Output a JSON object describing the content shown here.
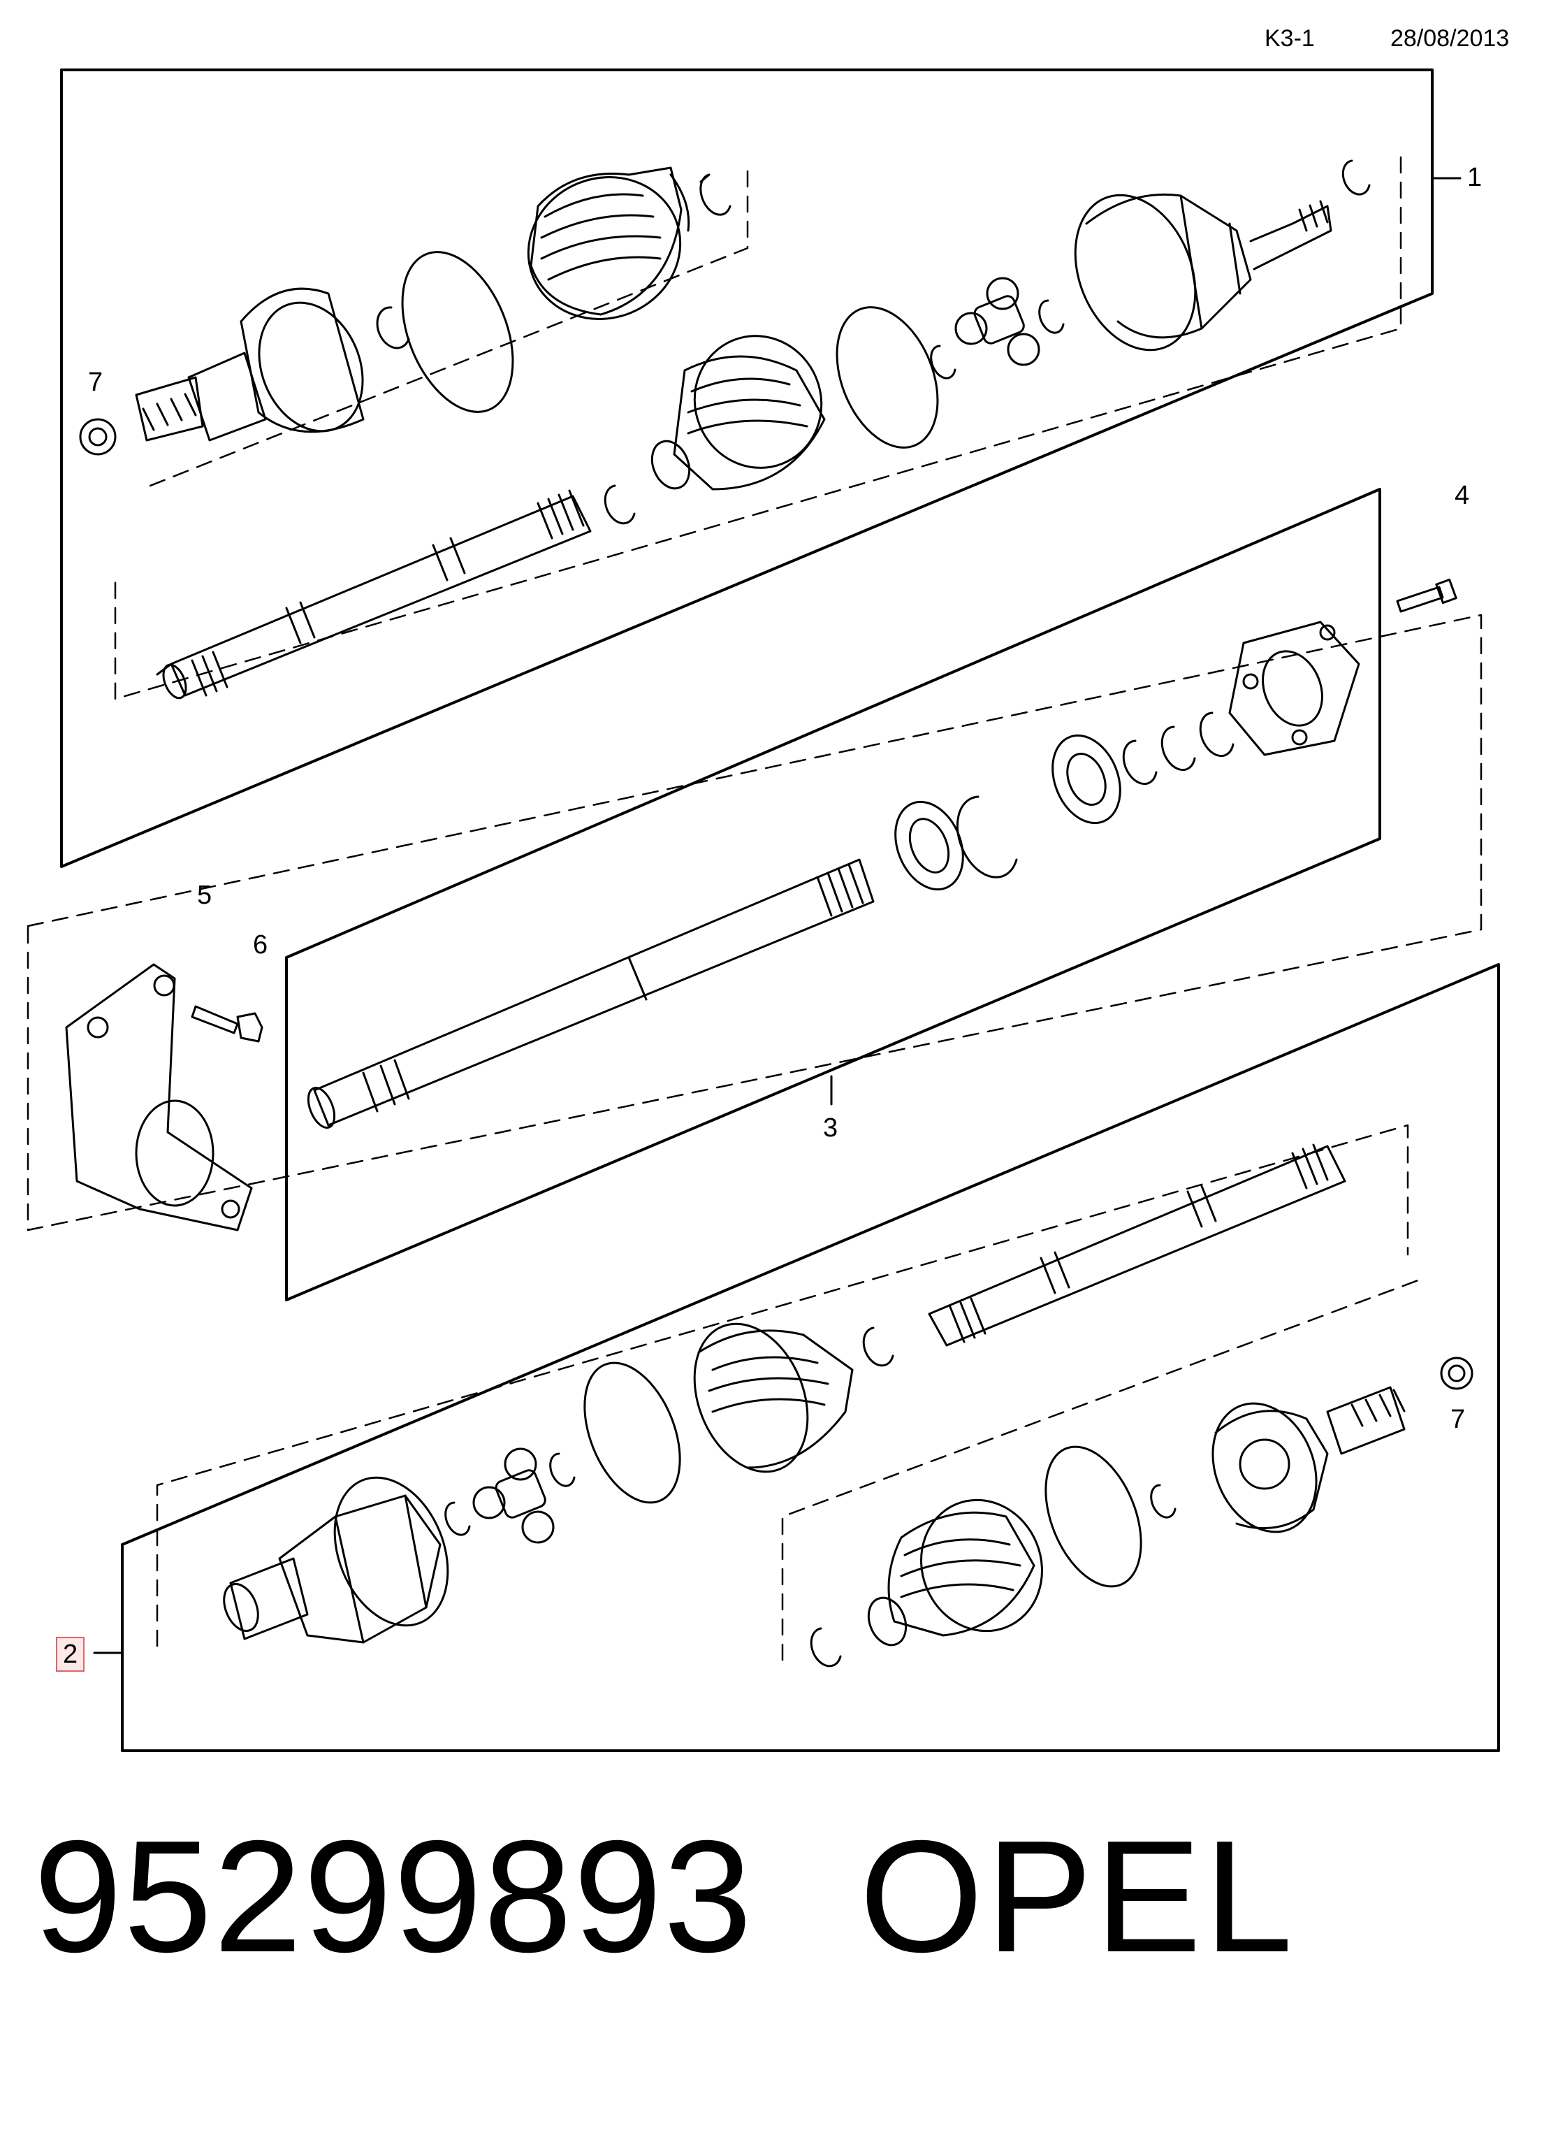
{
  "header": {
    "sheet_code": "K3-1",
    "date": "28/08/2013"
  },
  "callouts": {
    "c1": "1",
    "c2": "2",
    "c3": "3",
    "c4": "4",
    "c5": "5",
    "c6": "6",
    "c7_top": "7",
    "c7_bottom": "7"
  },
  "footer": {
    "part_number": "95299893",
    "brand": "OPEL"
  },
  "icons": [
    "driveshaft-assembly-illustration"
  ],
  "colors": {
    "line": "#000000",
    "highlight_box": "#d66666"
  }
}
